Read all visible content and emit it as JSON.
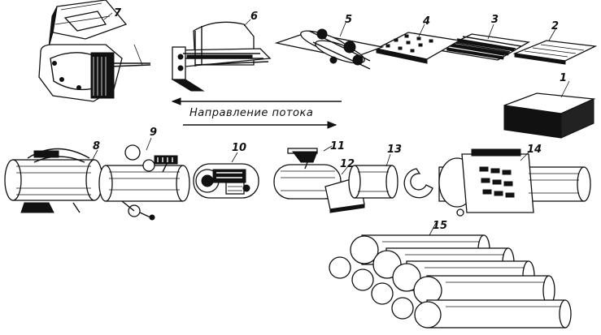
{
  "labels": {
    "n1": "1",
    "n2": "2",
    "n3": "3",
    "n4": "4",
    "n5": "5",
    "n6": "6",
    "n7": "7",
    "n8": "8",
    "n9": "9",
    "n10": "10",
    "n11": "11",
    "n12": "12",
    "n13": "13",
    "n14": "14",
    "n15": "15"
  },
  "flow_text": "Направление потока",
  "colors": {
    "ink": "#111111",
    "paper": "#ffffff"
  }
}
